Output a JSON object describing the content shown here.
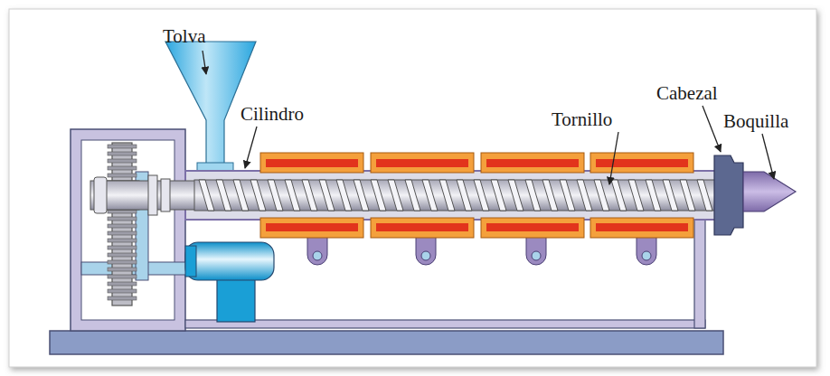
{
  "diagram": {
    "labels": [
      "Tolva",
      "Cilindro",
      "Tornillo",
      "Cabezal",
      "Boquilla"
    ]
  }
}
